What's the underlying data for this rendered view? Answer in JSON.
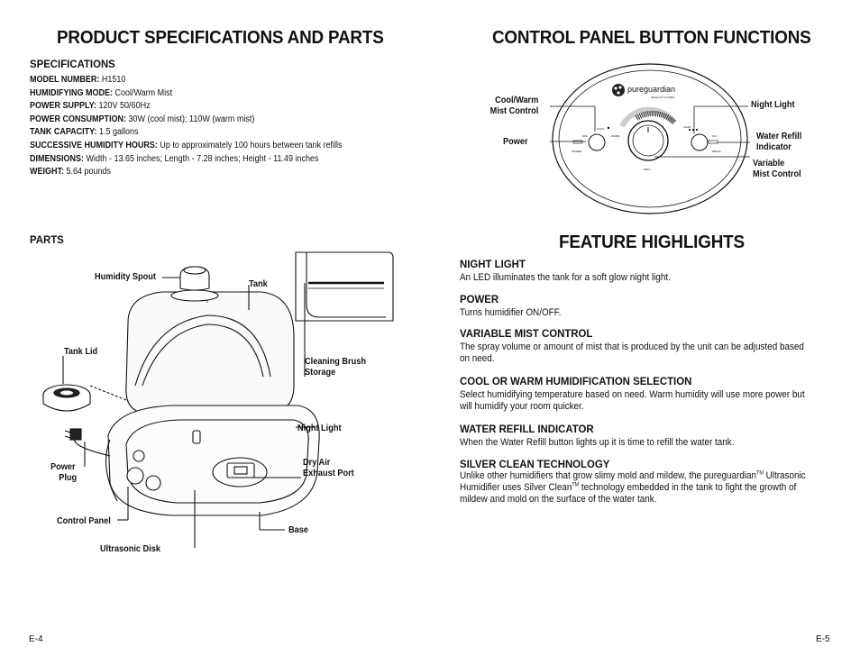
{
  "left": {
    "title": "PRODUCT SPECIFICATIONS AND PARTS",
    "specs_heading": "SPECIFICATIONS",
    "specs": [
      {
        "label": "MODEL NUMBER:",
        "value": "H1510"
      },
      {
        "label": "HUMIDIFYING MODE:",
        "value": "Cool/Warm Mist"
      },
      {
        "label": "POWER SUPPLY:",
        "value": "120V 50/60Hz"
      },
      {
        "label": "POWER CONSUMPTION:",
        "value": "30W (cool mist); 110W (warm mist)"
      },
      {
        "label": "TANK CAPACITY:",
        "value": "1.5 gallons"
      },
      {
        "label": "SUCCESSIVE HUMIDITY HOURS:",
        "value": "Up to approximately 100 hours between tank refills"
      },
      {
        "label": "DIMENSIONS:",
        "value": "Width - 13.65 inches; Length - 7.28 inches; Height - 11.49 inches"
      },
      {
        "label": "WEIGHT:",
        "value": "5.64 pounds"
      }
    ],
    "parts_heading": "PARTS",
    "parts_labels": {
      "humidity_spout": "Humidity Spout",
      "tank": "Tank",
      "tank_lid": "Tank Lid",
      "cleaning_brush_1": "Cleaning Brush",
      "cleaning_brush_2": "Storage",
      "night_light": "Night Light",
      "power_plug_1": "Power",
      "power_plug_2": "Plug",
      "dry_air_1": "Dry Air",
      "dry_air_2": "Exhaust Port",
      "control_panel": "Control Panel",
      "base": "Base",
      "ultrasonic_disk": "Ultrasonic Disk"
    },
    "page_number": "E-4"
  },
  "right": {
    "control_title": "CONTROL PANEL BUTTON FUNCTIONS",
    "panel_labels": {
      "cool_warm_1": "Cool/Warm",
      "cool_warm_2": "Mist Control",
      "power": "Power",
      "night_light": "Night Light",
      "water_refill_1": "Water Refill",
      "water_refill_2": "Indicator",
      "variable_1": "Variable",
      "variable_2": "Mist Control"
    },
    "panel_brand": "pureguardian",
    "panel_subbrand": "ultrasonic humidifier",
    "panel_small": {
      "cool": "COOL",
      "warm": "WARM",
      "off": "OFF",
      "power": "POWER",
      "light": "LIGHT",
      "on": "ON",
      "refill": "REFILL",
      "mist": "MIST"
    },
    "features_title": "FEATURE HIGHLIGHTS",
    "features": [
      {
        "heading": "NIGHT LIGHT",
        "body": "An LED illuminates the tank for a soft glow night light."
      },
      {
        "heading": "POWER",
        "body": "Turns humidifier ON/OFF."
      },
      {
        "heading": "VARIABLE MIST CONTROL",
        "body": "The spray volume or amount of mist that is produced by the unit can be adjusted based on need."
      },
      {
        "heading": "COOL OR WARM HUMIDIFICATION SELECTION",
        "body": "Select humidifying temperature based on need. Warm humidity will use more power but will humidify your room quicker."
      },
      {
        "heading": "WATER REFILL INDICATOR",
        "body": "When the Water Refill button lights up it is time to refill the water tank."
      }
    ],
    "silver": {
      "heading": "SILVER CLEAN TECHNOLOGY",
      "text_a": "Unlike other humidifiers that grow slimy mold and mildew, the pureguardian",
      "tm": "TM",
      "text_b": " Ultrasonic Humidifier uses Silver Clean",
      "text_c": " technology embedded in the tank to fight the growth of mildew and mold on the surface of the water tank."
    },
    "page_number": "E-5"
  }
}
